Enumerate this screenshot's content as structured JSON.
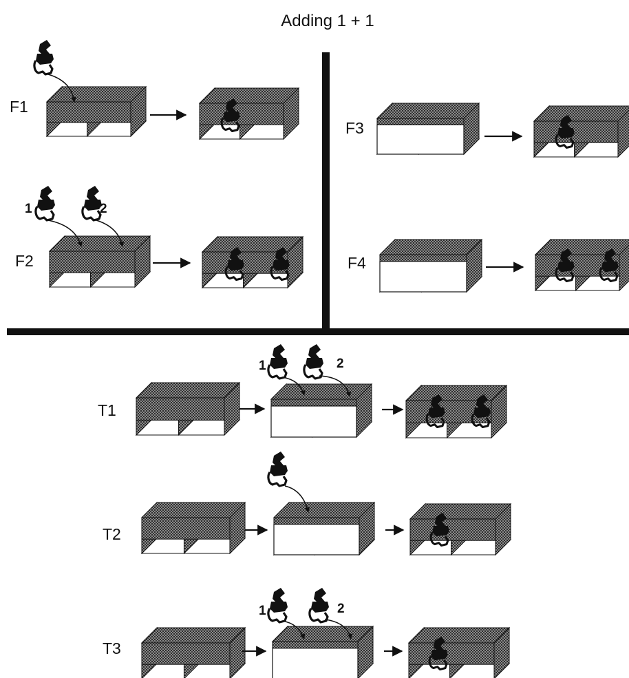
{
  "title": "Adding 1 + 1",
  "panels": [
    {
      "label": "F1"
    },
    {
      "label": "F2"
    },
    {
      "label": "F3"
    },
    {
      "label": "F4"
    },
    {
      "label": "T1"
    },
    {
      "label": "T2"
    },
    {
      "label": "T3"
    }
  ],
  "animal_numbers": {
    "first": "1",
    "second": "2"
  },
  "colors": {
    "ink": "#111111",
    "screen": "#6a6a6a",
    "background": "#ffffff"
  },
  "icons": [
    "mickey-figure-icon",
    "arrow-right-icon",
    "curved-arrow-icon"
  ]
}
